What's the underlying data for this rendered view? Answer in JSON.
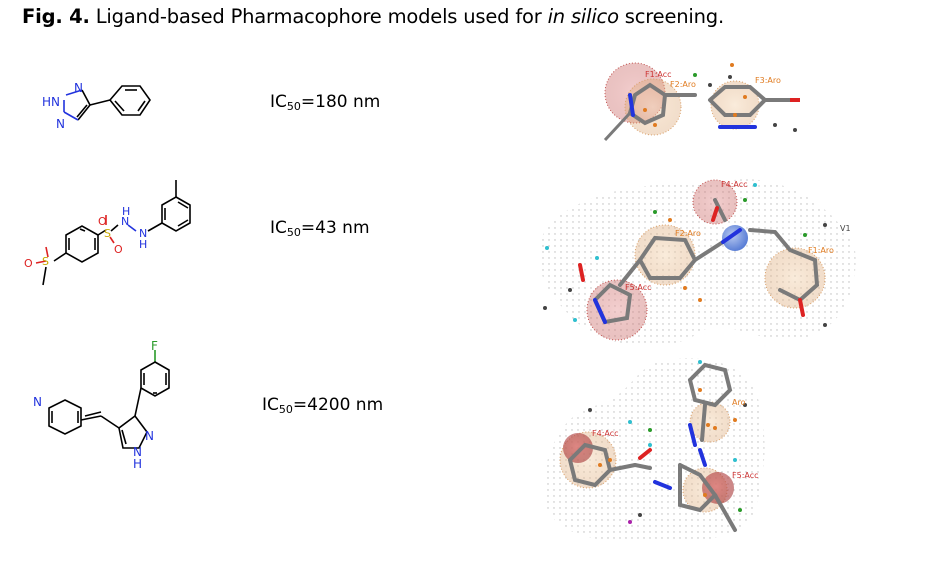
{
  "caption": {
    "label": "Fig. 4.",
    "text_before": "Ligand-based Pharmacophore models used for ",
    "italic": "in silico",
    "text_after": " screening."
  },
  "compounds": [
    {
      "ic_prefix": "IC",
      "ic_sub": "50",
      "ic_value": "=180 nm",
      "atoms": {
        "hn": "HN",
        "n1": "N",
        "n2": "N"
      },
      "features": {
        "f1": "F1:Acc",
        "f2": "F2:Aro",
        "f3": "F3:Aro"
      }
    },
    {
      "ic_prefix": "IC",
      "ic_sub": "50",
      "ic_value": "=43 nm",
      "atoms": {
        "o1": "O",
        "s1": "S",
        "o2": "O",
        "s2": "S",
        "o3": "O",
        "n1": "N",
        "h1": "H",
        "n2": "N",
        "h2": "H"
      },
      "features": {
        "f4": "F4:Acc",
        "f2": "F2:Aro",
        "f5": "F5:Acc",
        "v1": "V1",
        "f1": "F1:Aro"
      }
    },
    {
      "ic_prefix": "IC",
      "ic_sub": "50",
      "ic_value": "=4200 nm",
      "atoms": {
        "f": "F",
        "n_py": "N",
        "n1": "N",
        "n2": "N",
        "h": "H"
      },
      "features": {
        "f4": "F4:Acc",
        "aro": "Aro",
        "f5": "F5:Acc"
      }
    }
  ],
  "colors": {
    "carbon": "#7a7a7a",
    "nitrogen": "#2233dd",
    "oxygen": "#dd2222",
    "sulfur": "#c8a800",
    "fluorine": "#2a9a2a",
    "acceptor_sphere": "#c0504d",
    "aromatic_sphere": "#d9a06a",
    "donor_sphere": "#5b7fd6",
    "acc_label": "#cc3333",
    "aro_label": "#e07b20"
  }
}
